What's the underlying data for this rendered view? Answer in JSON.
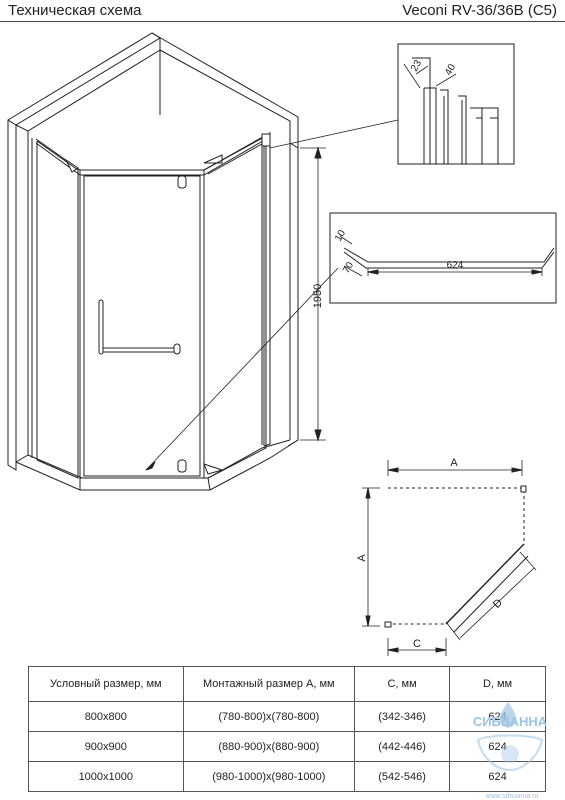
{
  "header": {
    "title": "Техническая схема",
    "model": "Veconi RV-36/36B (C5)"
  },
  "drawing": {
    "height_label": "1950",
    "profile_label_a": "23",
    "profile_label_b": "40",
    "top_profile_a": "10",
    "top_profile_b": "70",
    "top_profile_len": "624"
  },
  "plan": {
    "label_a_top": "A",
    "label_a_side": "A",
    "label_c": "C",
    "label_d": "D"
  },
  "table": {
    "headers": [
      "Условный размер, мм",
      "Монтажный размер А, мм",
      "С, мм",
      "D, мм"
    ],
    "rows": [
      [
        "800х800",
        "(780-800)х(780-800)",
        "(342-346)",
        "624"
      ],
      [
        "900х900",
        "(880-900)х(880-900)",
        "(442-446)",
        "624"
      ],
      [
        "1000х1000",
        "(980-1000)х(980-1000)",
        "(542-546)",
        "624"
      ]
    ]
  },
  "watermark": {
    "brand": "СИБВАННА",
    "url": "www.sibvanna.ru"
  },
  "colors": {
    "line": "#222222",
    "watermark": "#9cc4e4"
  }
}
